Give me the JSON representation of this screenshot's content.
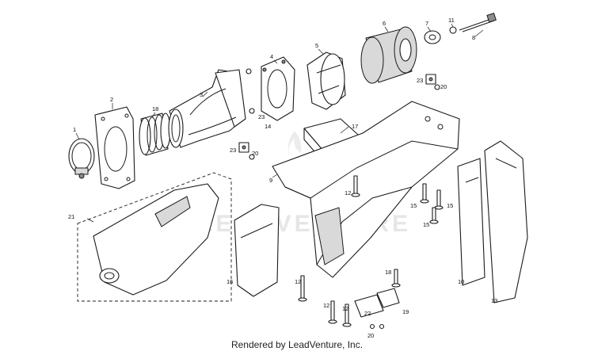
{
  "watermark": "LEADVENTURE",
  "footer": "Rendered by LeadVenture, Inc.",
  "callouts": {
    "c1": "1",
    "c2": "2",
    "c3": "3",
    "c4": "4",
    "c5": "5",
    "c6": "6",
    "c7": "7",
    "c8": "8",
    "c9": "9",
    "c10": "10",
    "c11": "11",
    "c12a": "12",
    "c12b": "12",
    "c12c": "12",
    "c12d": "12",
    "c13": "13",
    "c14": "14",
    "c15a": "15",
    "c15b": "15",
    "c15c": "15",
    "c16": "16",
    "c17": "17",
    "c18": "18",
    "c19": "19",
    "c20a": "20",
    "c20b": "20",
    "c20c": "20",
    "c21": "21",
    "c22": "22",
    "c23a": "23",
    "c23b": "23",
    "c23c": "23"
  }
}
